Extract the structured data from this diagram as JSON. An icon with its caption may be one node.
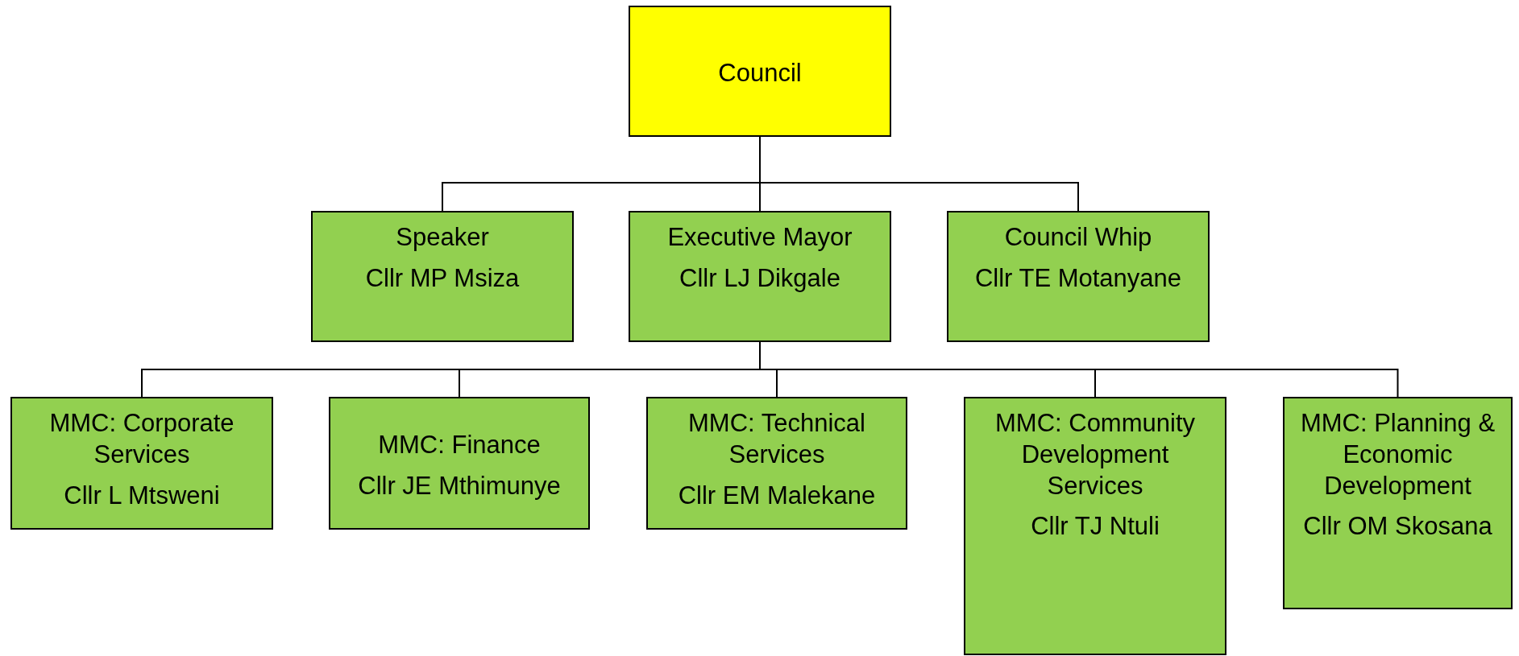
{
  "diagram": {
    "nodes": [
      {
        "text": [
          "Council"
        ]
      },
      {
        "text": [
          "Speaker",
          "Cllr MP Msiza"
        ]
      },
      {
        "text": [
          "Executive Mayor",
          "Cllr LJ Dikgale"
        ]
      },
      {
        "text": [
          "Council Whip",
          "Cllr TE Motanyane"
        ]
      },
      {
        "text": [
          "MMC: Corporate Services",
          "Cllr L Mtsweni"
        ]
      },
      {
        "text": [
          "MMC: Finance",
          "Cllr JE Mthimunye"
        ]
      },
      {
        "text": [
          "MMC: Technical Services",
          "Cllr EM Malekane"
        ]
      },
      {
        "text": [
          "MMC: Community Development Services",
          "Cllr TJ Ntuli"
        ]
      },
      {
        "text": [
          "MMC: Planning & Economic Development",
          "Cllr OM Skosana"
        ]
      }
    ],
    "edges": [
      {
        "from": 0,
        "to": 1,
        "arrow": "none"
      },
      {
        "from": 0,
        "to": 2,
        "arrow": "none"
      },
      {
        "from": 0,
        "to": 3,
        "arrow": "none"
      },
      {
        "from": 2,
        "to": 4,
        "arrow": "none"
      },
      {
        "from": 2,
        "to": 5,
        "arrow": "none"
      },
      {
        "from": 2,
        "to": 6,
        "arrow": "none"
      },
      {
        "from": 2,
        "to": 7,
        "arrow": "none"
      },
      {
        "from": 2,
        "to": 8,
        "arrow": "none"
      }
    ]
  }
}
